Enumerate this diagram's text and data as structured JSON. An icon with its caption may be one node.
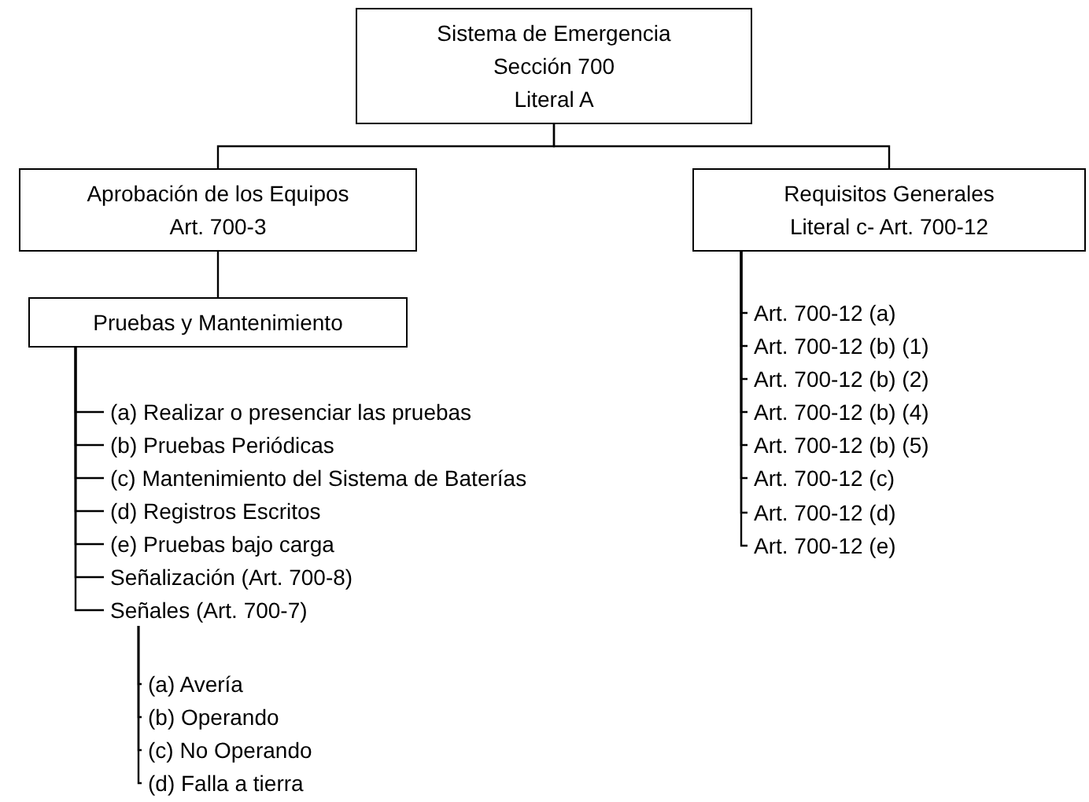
{
  "diagram": {
    "nodes": [
      {
        "text": [
          "Sistema de Emergencia",
          "Sección 700",
          "Literal A"
        ]
      },
      {
        "text": [
          "Aprobación de los Equipos",
          "Art. 700-3"
        ]
      },
      {
        "text": [
          "Requisitos Generales",
          "Literal c- Art. 700-12"
        ]
      },
      {
        "text": [
          "Pruebas y Mantenimiento"
        ]
      },
      {
        "text": [
          "(a) Realizar o presenciar las pruebas"
        ]
      },
      {
        "text": [
          "(b) Pruebas Periódicas"
        ]
      },
      {
        "text": [
          "(c) Mantenimiento del Sistema de Baterías"
        ]
      },
      {
        "text": [
          "(d) Registros Escritos"
        ]
      },
      {
        "text": [
          "(e) Pruebas bajo carga"
        ]
      },
      {
        "text": [
          "Señalización (Art. 700-8)"
        ]
      },
      {
        "text": [
          "Señales (Art. 700-7)"
        ]
      },
      {
        "text": [
          "(a) Avería"
        ]
      },
      {
        "text": [
          "(b) Operando"
        ]
      },
      {
        "text": [
          "(c) No Operando"
        ]
      },
      {
        "text": [
          "(d) Falla a tierra"
        ]
      },
      {
        "text": [
          "Art. 700-12 (a)"
        ]
      },
      {
        "text": [
          "Art. 700-12 (b) (1)"
        ]
      },
      {
        "text": [
          "Art. 700-12 (b) (2)"
        ]
      },
      {
        "text": [
          "Art. 700-12 (b) (4)"
        ]
      },
      {
        "text": [
          "Art. 700-12 (b) (5)"
        ]
      },
      {
        "text": [
          "Art. 700-12 (c)"
        ]
      },
      {
        "text": [
          "Art. 700-12 (d)"
        ]
      },
      {
        "text": [
          "Art. 700-12 (e)"
        ]
      }
    ],
    "edges": [
      {
        "from": 0,
        "to": 1,
        "arrow": "none"
      },
      {
        "from": 0,
        "to": 2,
        "arrow": "none"
      },
      {
        "from": 1,
        "to": 3,
        "arrow": "none"
      },
      {
        "from": 3,
        "to": 4,
        "arrow": "none"
      },
      {
        "from": 3,
        "to": 5,
        "arrow": "none"
      },
      {
        "from": 3,
        "to": 6,
        "arrow": "none"
      },
      {
        "from": 3,
        "to": 7,
        "arrow": "none"
      },
      {
        "from": 3,
        "to": 8,
        "arrow": "none"
      },
      {
        "from": 3,
        "to": 9,
        "arrow": "none"
      },
      {
        "from": 3,
        "to": 10,
        "arrow": "none"
      },
      {
        "from": 10,
        "to": 11,
        "arrow": "none"
      },
      {
        "from": 10,
        "to": 12,
        "arrow": "none"
      },
      {
        "from": 10,
        "to": 13,
        "arrow": "none"
      },
      {
        "from": 10,
        "to": 14,
        "arrow": "none"
      },
      {
        "from": 2,
        "to": 15,
        "arrow": "none"
      },
      {
        "from": 2,
        "to": 16,
        "arrow": "none"
      },
      {
        "from": 2,
        "to": 17,
        "arrow": "none"
      },
      {
        "from": 2,
        "to": 18,
        "arrow": "none"
      },
      {
        "from": 2,
        "to": 19,
        "arrow": "none"
      },
      {
        "from": 2,
        "to": 20,
        "arrow": "none"
      },
      {
        "from": 2,
        "to": 21,
        "arrow": "none"
      },
      {
        "from": 2,
        "to": 22,
        "arrow": "none"
      }
    ]
  }
}
